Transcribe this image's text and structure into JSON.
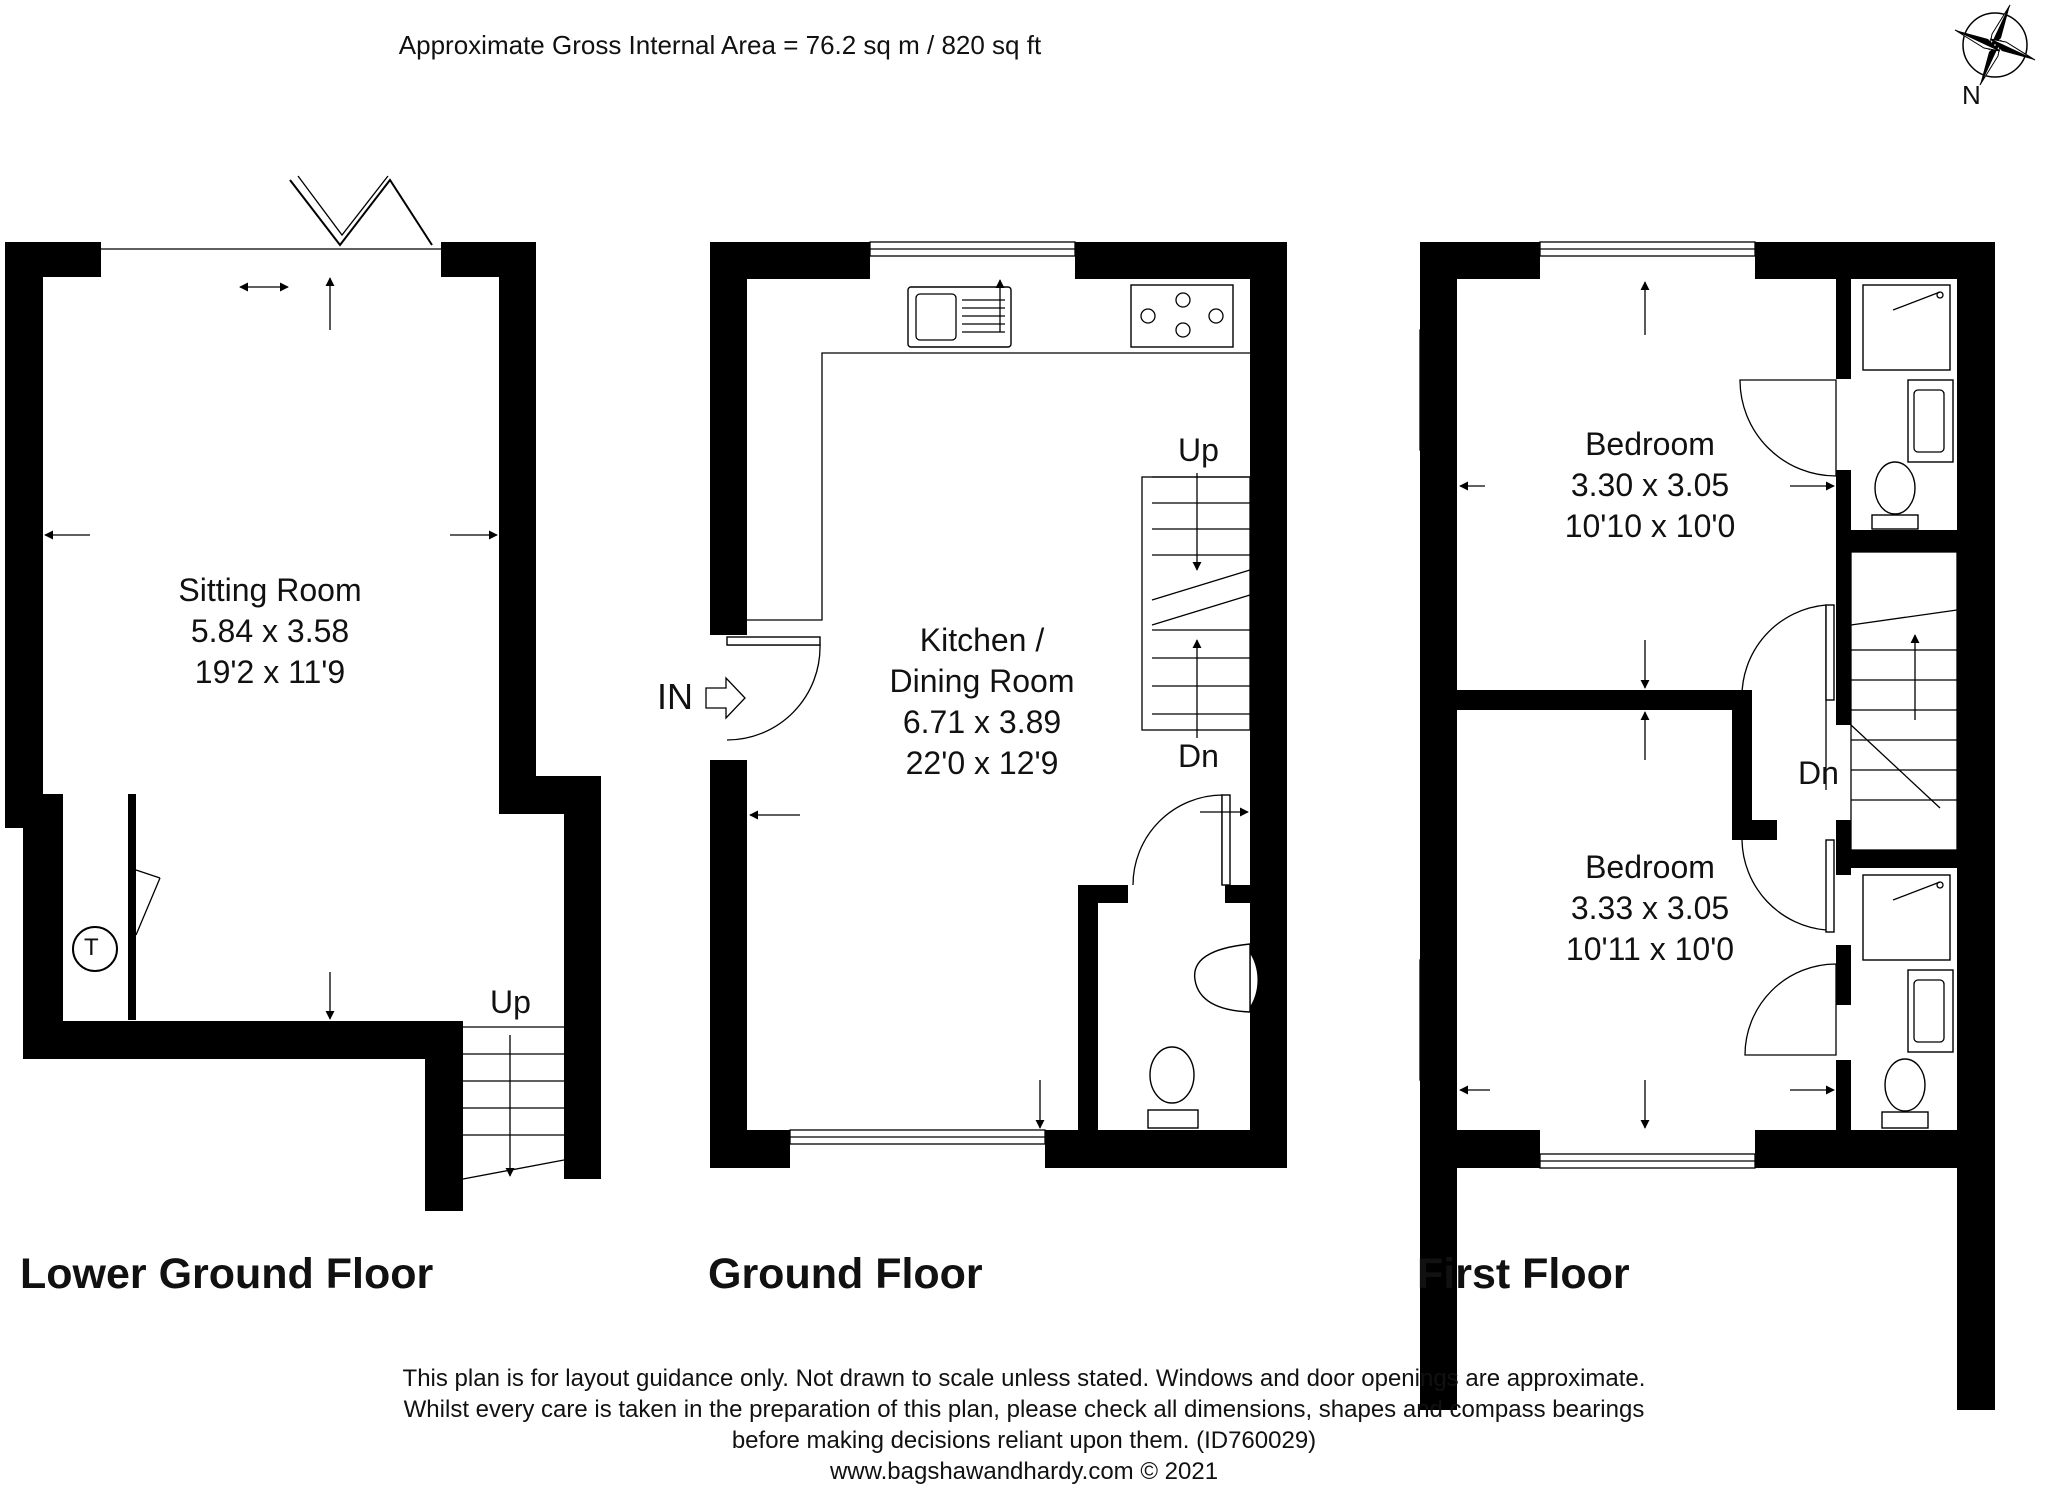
{
  "header": {
    "area": "Approximate Gross Internal Area = 76.2 sq m / 820 sq ft",
    "compass_label": "N"
  },
  "floors": [
    {
      "title": "Lower Ground Floor",
      "rooms": [
        {
          "name": "Sitting Room",
          "metric": "5.84 x 3.58",
          "imperial": "19'2 x 11'9"
        }
      ],
      "labels": {
        "stairs": "Up",
        "tank": "T"
      }
    },
    {
      "title": "Ground Floor",
      "rooms": [
        {
          "name_line1": "Kitchen /",
          "name_line2": "Dining Room",
          "metric": "6.71 x 3.89",
          "imperial": "22'0 x 12'9"
        }
      ],
      "labels": {
        "stairs_up": "Up",
        "stairs_down": "Dn",
        "entrance": "IN"
      }
    },
    {
      "title": "First Floor",
      "rooms": [
        {
          "name": "Bedroom",
          "metric": "3.30 x 3.05",
          "imperial": "10'10 x 10'0"
        },
        {
          "name": "Bedroom",
          "metric": "3.33 x 3.05",
          "imperial": "10'11 x 10'0"
        }
      ],
      "labels": {
        "stairs_down": "Dn"
      }
    }
  ],
  "disclaimer": {
    "line1": "This plan is for layout guidance only. Not drawn to scale unless stated. Windows and door openings are approximate.",
    "line2": "Whilst every care is taken in the preparation of this plan, please check all dimensions, shapes and compass bearings",
    "line3": "before making decisions reliant upon them. (ID760029)",
    "website": "www.bagshawandhardy.com © 2021"
  }
}
